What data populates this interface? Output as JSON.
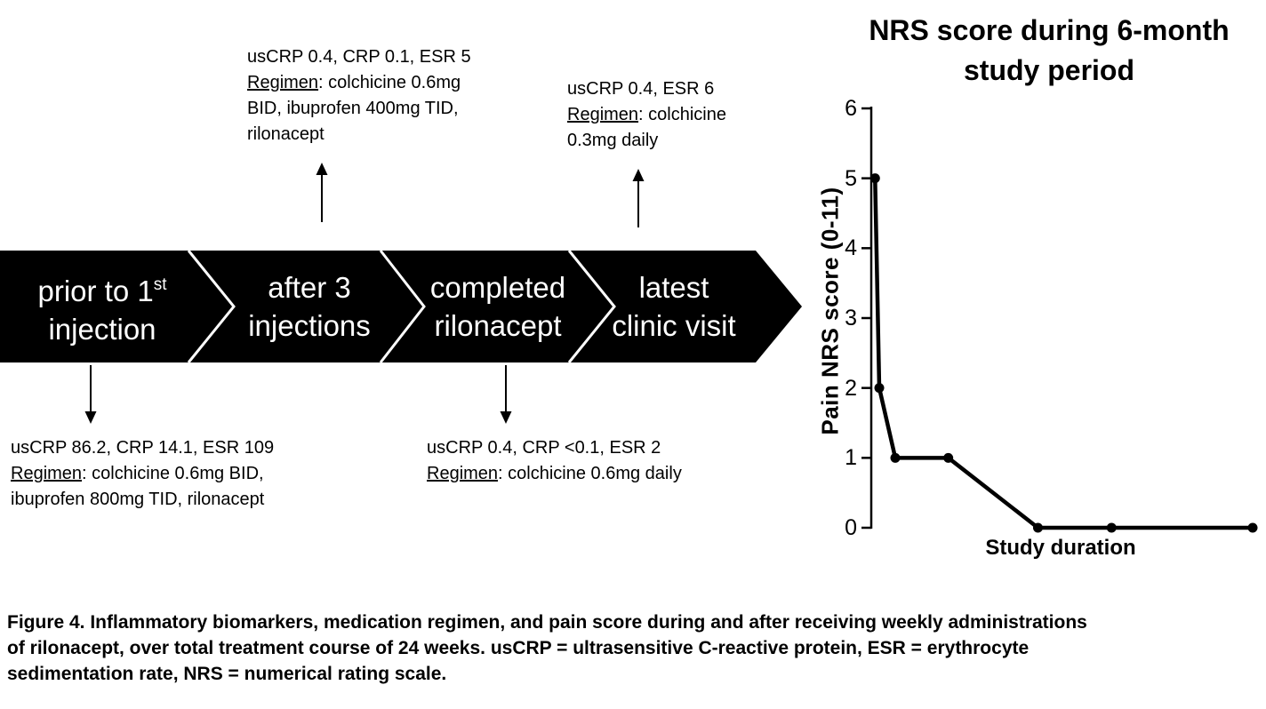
{
  "banner": {
    "fill_color": "#000000",
    "separator_color": "#ffffff",
    "text_color": "#ffffff",
    "segments": [
      {
        "line1": "prior to 1",
        "line1_sup": "st",
        "line2": "injection"
      },
      {
        "line1": "after 3",
        "line2": "injections"
      },
      {
        "line1": "completed",
        "line2": "rilonacept"
      },
      {
        "line1": "latest",
        "line2": "clinic visit"
      }
    ]
  },
  "annotations": {
    "top1": {
      "line1": "usCRP 0.4, CRP 0.1, ESR 5",
      "regimen_word": "Regimen",
      "line2_rest": ": colchicine 0.6mg",
      "line3": "BID, ibuprofen 400mg TID,",
      "line4": "rilonacept"
    },
    "top2": {
      "line1": "usCRP 0.4, ESR 6",
      "regimen_word": "Regimen",
      "line2_rest": ": colchicine",
      "line3": "0.3mg daily"
    },
    "bottom1": {
      "line1": "usCRP 86.2, CRP 14.1, ESR 109",
      "regimen_word": "Regimen",
      "line2_rest": ": colchicine 0.6mg BID,",
      "line3": "ibuprofen 800mg TID, rilonacept"
    },
    "bottom2": {
      "line1": "usCRP 0.4, CRP <0.1, ESR 2",
      "regimen_word": "Regimen",
      "line2_rest": ": colchicine 0.6mg daily"
    }
  },
  "chart_data": {
    "type": "line",
    "title": "NRS score during 6-month study period",
    "title_lines": [
      "NRS score during 6-month",
      "study period"
    ],
    "xlabel": "Study duration",
    "ylabel": "Pain NRS score (0-11)",
    "ylim": [
      0,
      6
    ],
    "yticks": [
      6,
      5,
      4,
      3,
      2,
      1,
      0
    ],
    "grid": false,
    "x_axis_line": false,
    "legend": "none",
    "line_color": "#000000",
    "marker": "circle",
    "series": [
      {
        "name": "Pain NRS score",
        "points": [
          {
            "x_frac": 0.01,
            "y": 5
          },
          {
            "x_frac": 0.021,
            "y": 2
          },
          {
            "x_frac": 0.063,
            "y": 1
          },
          {
            "x_frac": 0.202,
            "y": 1
          },
          {
            "x_frac": 0.437,
            "y": 0
          },
          {
            "x_frac": 0.63,
            "y": 0
          },
          {
            "x_frac": 1.0,
            "y": 0
          }
        ]
      }
    ]
  },
  "caption": {
    "lines": [
      "Figure 4. Inflammatory biomarkers, medication regimen, and pain score during and after receiving weekly administrations",
      "of rilonacept, over total treatment course of 24 weeks. usCRP = ultrasensitive C-reactive protein, ESR = erythrocyte",
      "sedimentation rate, NRS = numerical rating scale."
    ]
  }
}
